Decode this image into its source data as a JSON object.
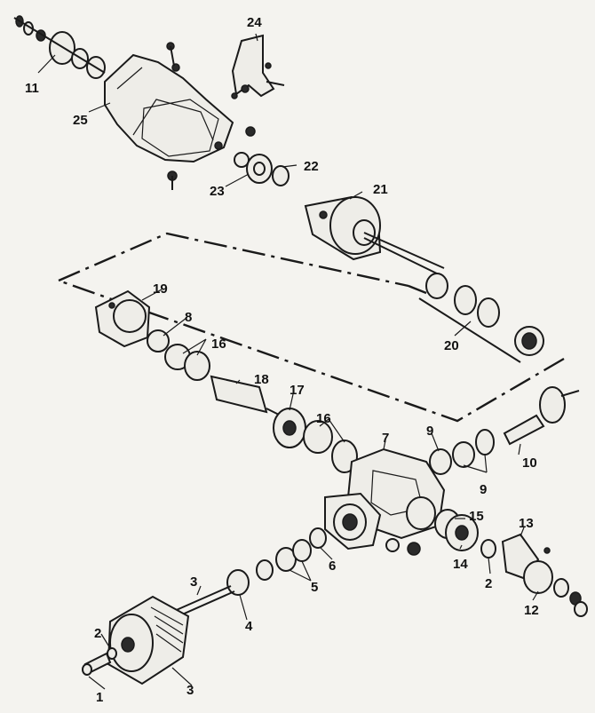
{
  "diagram": {
    "callouts": [
      {
        "id": "1",
        "text": "1"
      },
      {
        "id": "2a",
        "text": "2"
      },
      {
        "id": "2b",
        "text": "2"
      },
      {
        "id": "3",
        "text": "3"
      },
      {
        "id": "4",
        "text": "4"
      },
      {
        "id": "5",
        "text": "5"
      },
      {
        "id": "6",
        "text": "6"
      },
      {
        "id": "7",
        "text": "7"
      },
      {
        "id": "8",
        "text": "8"
      },
      {
        "id": "9a",
        "text": "9"
      },
      {
        "id": "9b",
        "text": "9"
      },
      {
        "id": "10",
        "text": "10"
      },
      {
        "id": "11",
        "text": "11"
      },
      {
        "id": "12a",
        "text": "12"
      },
      {
        "id": "12b",
        "text": "12"
      },
      {
        "id": "13",
        "text": "13"
      },
      {
        "id": "14",
        "text": "14"
      },
      {
        "id": "15",
        "text": "15"
      },
      {
        "id": "16a",
        "text": "16"
      },
      {
        "id": "16b",
        "text": "16"
      },
      {
        "id": "17",
        "text": "17"
      },
      {
        "id": "18",
        "text": "18"
      },
      {
        "id": "19",
        "text": "19"
      },
      {
        "id": "20",
        "text": "20"
      },
      {
        "id": "21",
        "text": "21"
      },
      {
        "id": "22",
        "text": "22"
      },
      {
        "id": "23",
        "text": "23"
      },
      {
        "id": "24",
        "text": "24"
      },
      {
        "id": "25",
        "text": "25"
      }
    ]
  }
}
